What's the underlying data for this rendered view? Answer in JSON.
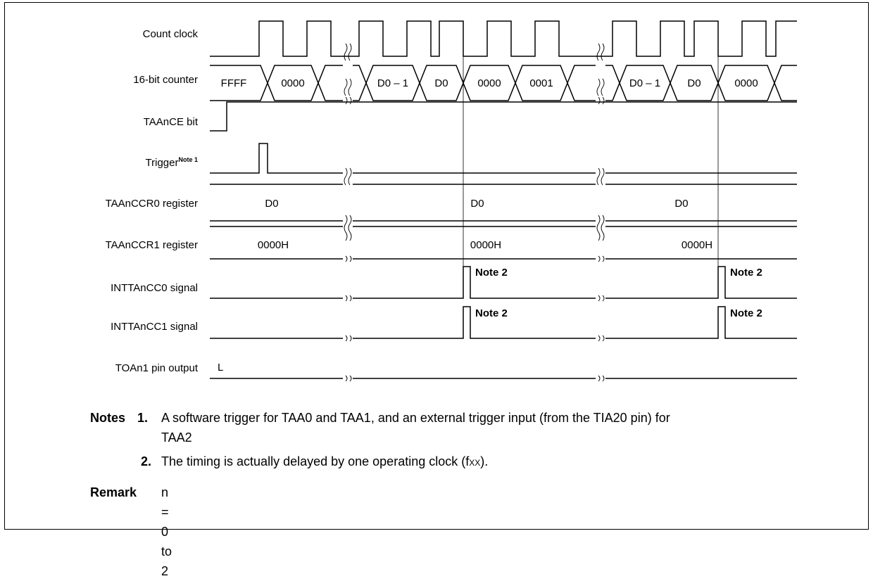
{
  "signals": [
    {
      "id": "count-clock",
      "label": "Count clock"
    },
    {
      "id": "counter",
      "label": "16-bit counter"
    },
    {
      "id": "ce-bit",
      "label": "TAAnCE bit"
    },
    {
      "id": "trigger",
      "label": "Trigger",
      "sup": "Note 1"
    },
    {
      "id": "ccr0",
      "label": "TAAnCCR0 register"
    },
    {
      "id": "ccr1",
      "label": "TAAnCCR1 register"
    },
    {
      "id": "intcc0",
      "label": "INTTAnCC0 signal"
    },
    {
      "id": "intcc1",
      "label": "INTTAnCC1 signal"
    },
    {
      "id": "toa",
      "label": "TOAn1 pin output"
    }
  ],
  "counter_values": [
    "FFFF",
    "0000",
    "D0 – 1",
    "D0",
    "0000",
    "0001",
    "D0 – 1",
    "D0",
    "0000"
  ],
  "ccr0_values": [
    "D0",
    "D0",
    "D0"
  ],
  "ccr1_values": [
    "0000H",
    "0000H",
    "0000H"
  ],
  "pulse_note": "Note 2",
  "toa_level": "L",
  "notes": {
    "heading": "Notes",
    "items": [
      {
        "num": "1.",
        "text": "A software trigger for TAA0 and TAA1, and an external trigger input (from the TIA20 pin) for",
        "text2": "TAA2"
      },
      {
        "num": "2.",
        "text": "The timing is actually delayed by one operating clock (f",
        "sub": "XX",
        "after": ")."
      }
    ]
  },
  "remark": {
    "heading": "Remark",
    "text": "n = 0 to 2"
  }
}
